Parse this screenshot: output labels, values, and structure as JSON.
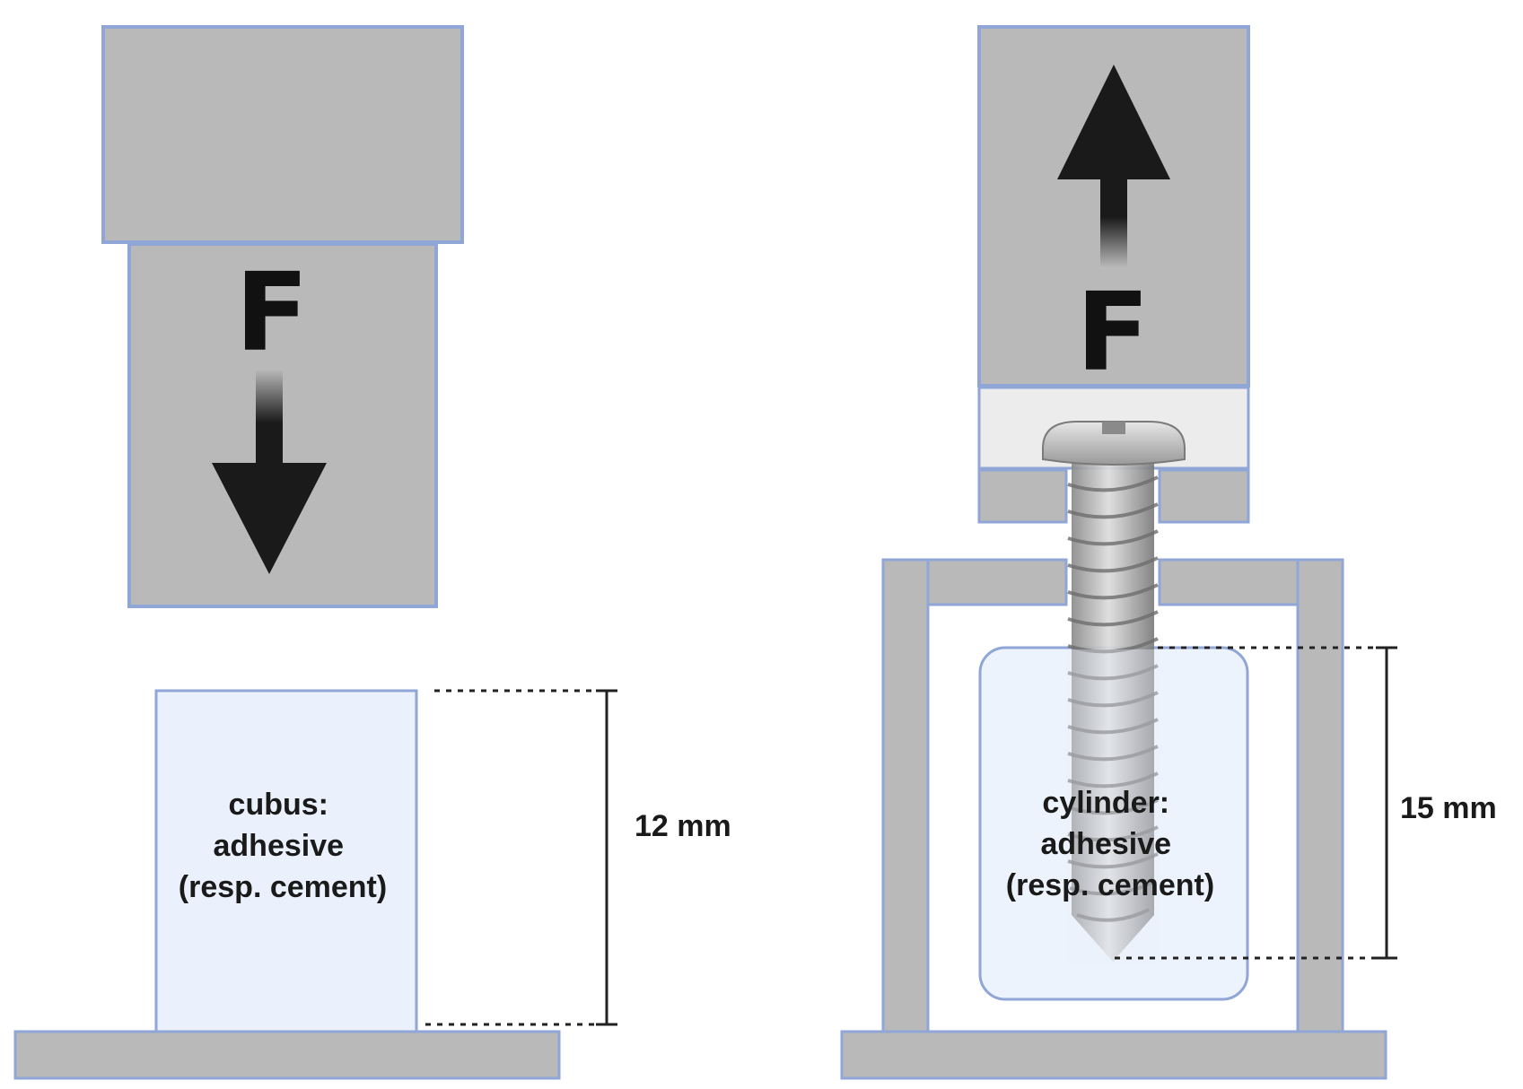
{
  "left_setup": {
    "force_label": "F",
    "force_direction": "down",
    "specimen_lines": [
      "cubus:",
      "adhesive",
      "(resp. cement)"
    ],
    "dimension_label": "12 mm"
  },
  "right_setup": {
    "force_label": "F",
    "force_direction": "up",
    "specimen_lines": [
      "cylinder:",
      "adhesive",
      "(resp. cement)"
    ],
    "dimension_label": "15 mm"
  },
  "colors": {
    "machine_gray": "#b9b9b9",
    "outline_blue": "#8fa6d6",
    "specimen_fill": "#eaf1fc",
    "screw_slot_fill": "#ececec",
    "arrow_dark": "#1a1a1a",
    "dimension_line": "#222222"
  },
  "icons": {
    "force_arrow_down": "arrow-down-icon",
    "force_arrow_up": "arrow-up-icon",
    "screw": "screw-icon"
  }
}
